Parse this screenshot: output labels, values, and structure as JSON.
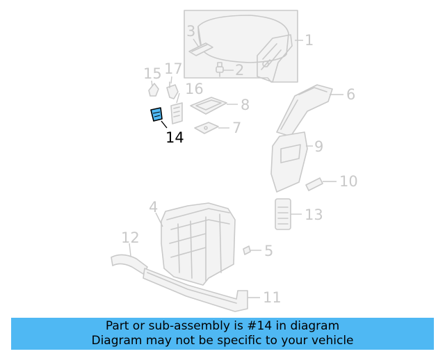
{
  "diagram": {
    "highlight_color": "#4fb8f3",
    "highlighted_part": "14",
    "callouts": {
      "c1": "1",
      "c2": "2",
      "c3": "3",
      "c4": "4",
      "c5": "5",
      "c6": "6",
      "c7": "7",
      "c8": "8",
      "c9": "9",
      "c10": "10",
      "c11": "11",
      "c12": "12",
      "c13": "13",
      "c14": "14",
      "c15": "15",
      "c16": "16",
      "c17": "17"
    }
  },
  "banner": {
    "line1": "Part or sub-assembly is #14 in diagram",
    "line2": "Diagram may not be specific to your vehicle",
    "background": "#4fb8f3"
  }
}
